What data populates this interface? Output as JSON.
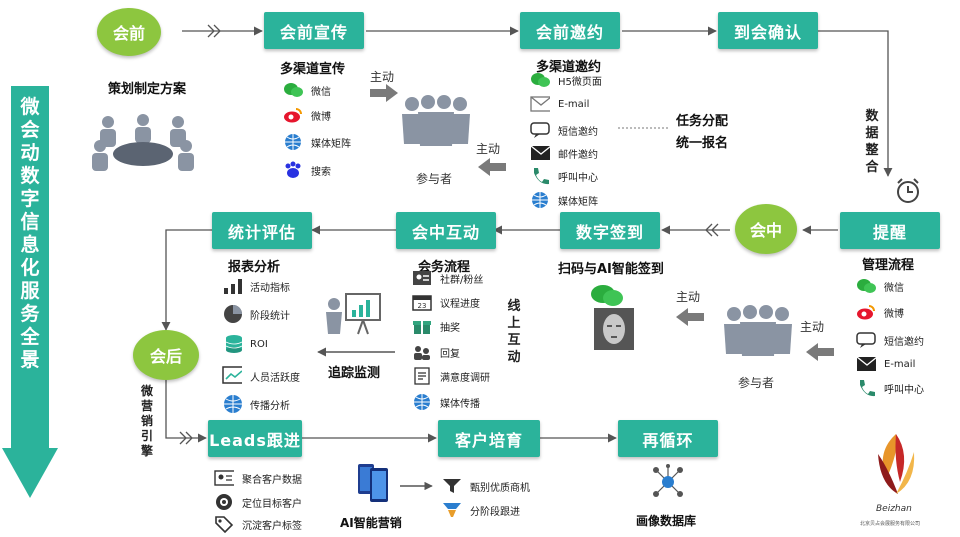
{
  "banner": {
    "text": "微会动数字信息化服务全景"
  },
  "nodes": {
    "pre": "会前",
    "promo": "会前宣传",
    "invite": "会前邀约",
    "confirm": "到会确认",
    "mid": "会中",
    "remind": "提醒",
    "checkin": "数字签到",
    "interact": "会中互动",
    "stats": "统计评估",
    "post": "会后",
    "leads": "Leads跟进",
    "nurture": "客户培育",
    "recycle": "再循环"
  },
  "labels": {
    "plan": "策划制定方案",
    "promo_title": "多渠道宣传",
    "invite_title": "多渠道邀约",
    "active1": "主动",
    "active2": "主动",
    "active3": "主动",
    "active4": "主动",
    "participant1": "参与者",
    "participant2": "参与者",
    "task1": "任务分配",
    "task2": "统一报名",
    "data_merge": "数据整合",
    "mgmt_title": "管理流程",
    "scan_title": "扫码与AI智能签到",
    "affairs_title": "会务流程",
    "online": "线上互动",
    "report_title": "报表分析",
    "track": "追踪监测",
    "engine": "微营销引擎",
    "ai_marketing": "AI智能营销",
    "portrait": "画像数据库",
    "logo_name": "Beizhan",
    "company": "北京贝占会展服务有限公司"
  },
  "promo_items": [
    "微信",
    "微博",
    "媒体矩阵",
    "搜索"
  ],
  "invite_items": [
    "H5微页面",
    "E-mail",
    "短信邀约",
    "邮件邀约",
    "呼叫中心",
    "媒体矩阵"
  ],
  "mgmt_items": [
    "微信",
    "微博",
    "短信邀约",
    "E-mail",
    "呼叫中心"
  ],
  "affairs_items": [
    "社群/粉丝",
    "议程进度",
    "抽奖",
    "回复",
    "满意度调研",
    "媒体传播"
  ],
  "report_items": [
    "活动指标",
    "阶段统计",
    "ROI",
    "人员活跃度",
    "传播分析"
  ],
  "leads_items": [
    "聚合客户数据",
    "定位目标客户",
    "沉淀客户标签"
  ],
  "nurture_items": [
    "甄别优质商机",
    "分阶段跟进"
  ],
  "colors": {
    "box": "#2bb39b",
    "circle": "#8dc63f",
    "arrow": "#555555",
    "grayarrow": "#7a7a7a"
  }
}
